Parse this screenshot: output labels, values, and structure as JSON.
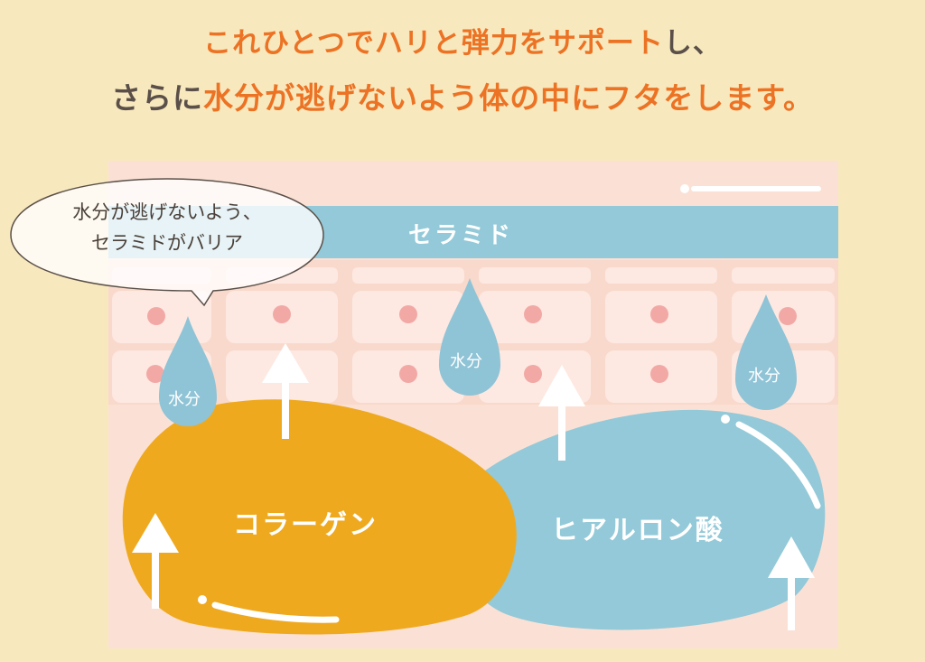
{
  "headline": {
    "line1": {
      "lead": "これひとつでハリと弾力をサポート",
      "tail": "し、"
    },
    "line2": {
      "lead": "さらに",
      "emphasis": "水分が逃げないよう体の中にフタをします。"
    }
  },
  "diagram": {
    "ceramide": "セラミド",
    "collagen": "コラーゲン",
    "hyaluronic": "ヒアルロン酸",
    "water": [
      "水分",
      "水分",
      "水分"
    ],
    "bubble": {
      "line1": "水分が逃げないよう、",
      "line2": "セラミドがバリア"
    }
  },
  "colors": {
    "accent": "#ec7224",
    "background": "#f8e8bd",
    "collagen": "#efa91f",
    "hyaluronic": "#93c9d8",
    "ceramide": "#93c9d8"
  }
}
